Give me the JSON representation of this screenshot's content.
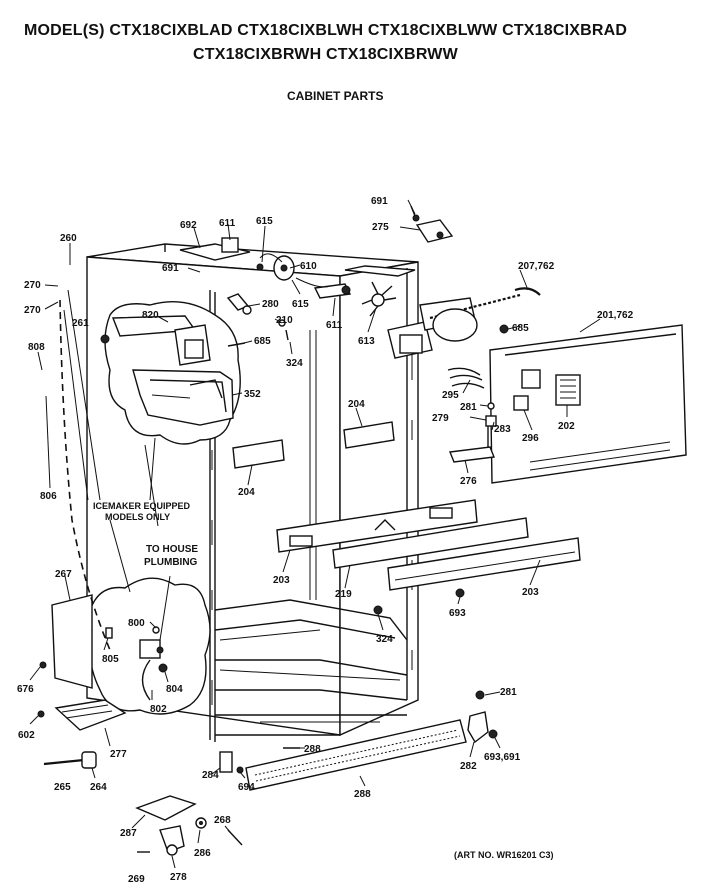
{
  "header": {
    "title_line1": "MODEL(S) CTX18CIXBLAD  CTX18CIXBLWH  CTX18CIXBLWW  CTX18CIXBRAD",
    "title_line2": "CTX18CIXBRWH  CTX18CIXBRWW",
    "section": "CABINET PARTS"
  },
  "footer": {
    "art_no": "(ART NO. WR16201 C3)"
  },
  "notes": {
    "icemaker_1": "ICEMAKER EQUIPPED",
    "icemaker_2": "MODELS ONLY",
    "plumbing_1": "TO HOUSE",
    "plumbing_2": "PLUMBING"
  },
  "callouts": {
    "p691a": "691",
    "p275": "275",
    "p692": "692",
    "p611a": "611",
    "p615a": "615",
    "p260": "260",
    "p691b": "691",
    "p610": "610",
    "p207": "207,762",
    "p270a": "270",
    "p270b": "270",
    "p280": "280",
    "p615b": "615",
    "p611b": "611",
    "p261": "261",
    "p820": "820",
    "p210": "210",
    "p685a": "685",
    "p201": "201,762",
    "p808": "808",
    "p685b": "685",
    "p324a": "324",
    "p613": "613",
    "p352": "352",
    "p295": "295",
    "p281a": "281",
    "p279": "279",
    "p283": "283",
    "p296": "296",
    "p202": "202",
    "p204a": "204",
    "p204b": "204",
    "p276": "276",
    "p806": "806",
    "p203a": "203",
    "p219": "219",
    "p203b": "203",
    "p267": "267",
    "p693a": "693",
    "p800": "800",
    "p324b": "324",
    "p805": "805",
    "p804": "804",
    "p676": "676",
    "p802": "802",
    "p281b": "281",
    "p602": "602",
    "p288a": "288",
    "p277": "277",
    "p284": "284",
    "p282": "282",
    "p693b": "693,691",
    "p694": "694",
    "p288b": "288",
    "p265": "265",
    "p264": "264",
    "p268": "268",
    "p287": "287",
    "p286": "286",
    "p269": "269",
    "p278": "278"
  }
}
